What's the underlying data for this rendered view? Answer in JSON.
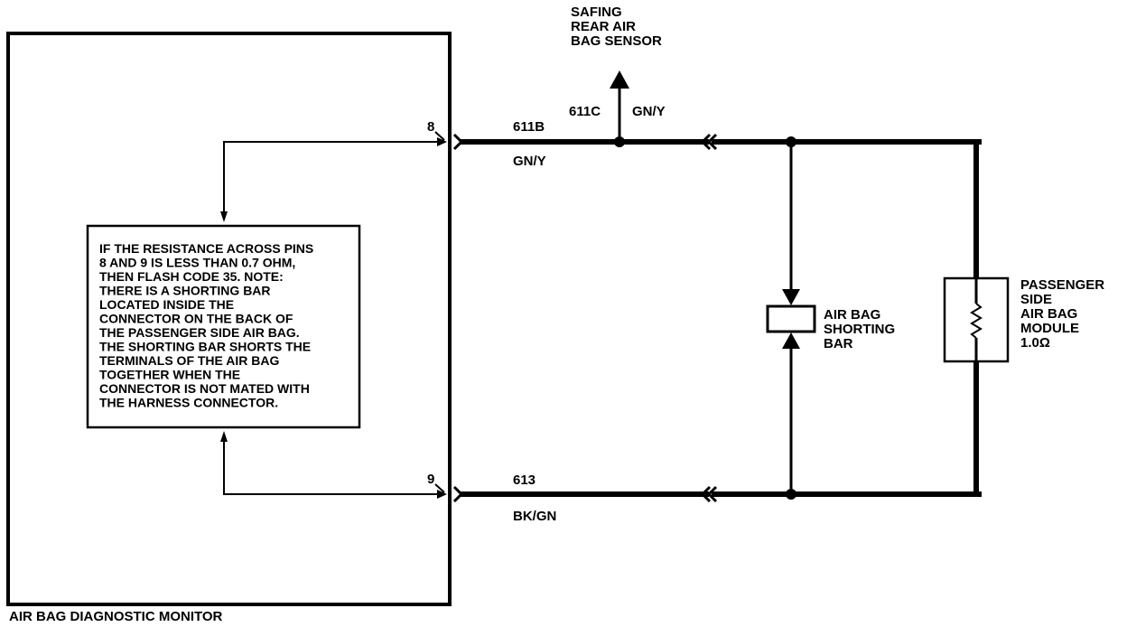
{
  "monitor": {
    "title": "AIR BAG DIAGNOSTIC MONITOR"
  },
  "pins": {
    "pin8": "8",
    "pin9": "9"
  },
  "wires": {
    "top_circuit": "611B",
    "top_color": "GN/Y",
    "branch_circuit": "611C",
    "branch_color": "GN/Y",
    "bottom_circuit": "613",
    "bottom_color": "BK/GN"
  },
  "safing_sensor": {
    "lines": [
      "SAFING",
      "REAR AIR",
      "BAG SENSOR"
    ]
  },
  "shorting_bar": {
    "lines": [
      "AIR BAG",
      "SHORTING",
      "BAR"
    ]
  },
  "module": {
    "lines": [
      "PASSENGER",
      "SIDE",
      "AIR BAG",
      "MODULE",
      "1.0Ω"
    ]
  },
  "note": {
    "lines": [
      "IF THE RESISTANCE ACROSS PINS",
      "8 AND 9 IS LESS THAN 0.7 OHM,",
      "THEN FLASH CODE 35. NOTE:",
      "THERE IS A SHORTING BAR",
      "LOCATED INSIDE THE",
      "CONNECTOR ON THE BACK OF",
      "THE PASSENGER SIDE AIR BAG.",
      "THE SHORTING BAR SHORTS THE",
      "TERMINALS OF THE AIR BAG",
      "TOGETHER WHEN THE",
      "CONNECTOR IS NOT MATED WITH",
      "THE HARNESS CONNECTOR."
    ]
  }
}
